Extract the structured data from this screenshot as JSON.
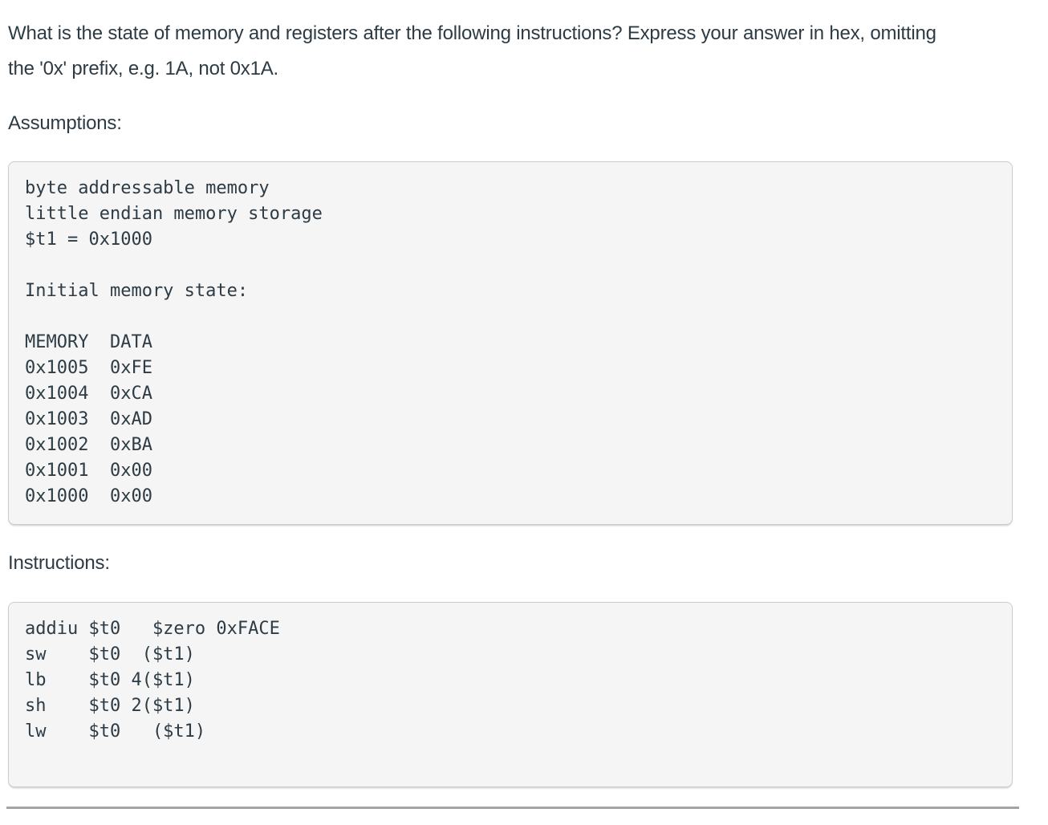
{
  "question": {
    "text": "What is the state of memory and registers after the following instructions? Express your answer in hex, omitting the '0x' prefix, e.g. 1A, not 0x1A."
  },
  "assumptions": {
    "heading": "Assumptions:",
    "code_lines": [
      "byte addressable memory",
      "little endian memory storage",
      "$t1 = 0x1000",
      "",
      "Initial memory state:",
      "",
      "MEMORY  DATA",
      "0x1005  0xFE",
      "0x1004  0xCA",
      "0x1003  0xAD",
      "0x1002  0xBA",
      "0x1001  0x00",
      "0x1000  0x00"
    ],
    "memory_table": {
      "columns": [
        "MEMORY",
        "DATA"
      ],
      "rows": [
        [
          "0x1005",
          "0xFE"
        ],
        [
          "0x1004",
          "0xCA"
        ],
        [
          "0x1003",
          "0xAD"
        ],
        [
          "0x1002",
          "0xBA"
        ],
        [
          "0x1001",
          "0x00"
        ],
        [
          "0x1000",
          "0x00"
        ]
      ]
    },
    "registers": {
      "$t1": "0x1000"
    }
  },
  "instructions": {
    "heading": "Instructions:",
    "code_lines": [
      "addiu $t0   $zero 0xFACE",
      "sw    $t0  ($t1)",
      "lb    $t0 4($t1)",
      "sh    $t0 2($t1)",
      "lw    $t0   ($t1)"
    ]
  },
  "colors": {
    "text": "#2d3b45",
    "code_background": "#f5f5f5",
    "code_border": "#c7cdd1",
    "divider": "#a3a3a3"
  }
}
